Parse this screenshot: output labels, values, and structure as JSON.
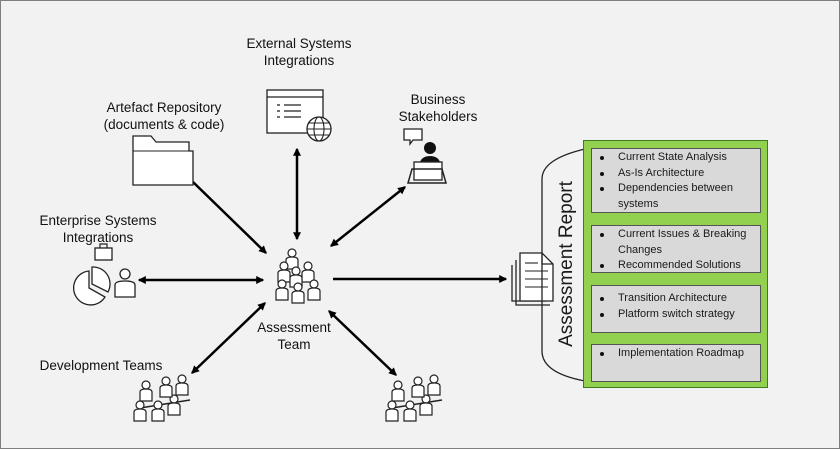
{
  "labels": {
    "external_systems": "External Systems\nIntegrations",
    "business_stakeholders": "Business\nStakeholders",
    "artefact_repository": "Artefact Repository\n(documents & code)",
    "enterprise_systems": "Enterprise Systems\nIntegrations",
    "development_teams": "Development Teams",
    "assessment_team": "Assessment\nTeam"
  },
  "report": {
    "title": "Assessment Report",
    "sections": [
      {
        "items": [
          "Current State Analysis",
          "As-Is Architecture",
          "Dependencies between systems"
        ]
      },
      {
        "items": [
          "Current Issues & Breaking Changes",
          "Recommended Solutions"
        ]
      },
      {
        "items": [
          "Transition Architecture",
          "Platform switch strategy"
        ]
      },
      {
        "items": [
          "Implementation Roadmap"
        ]
      }
    ]
  },
  "colors": {
    "background": "#f2f2f2",
    "report_panel": "#92d050",
    "section_box": "#d9d9d9",
    "arrow": "#000000"
  },
  "icons": [
    "browser-globe-icon",
    "presenter-stakeholder-icon",
    "folder-icon",
    "pie-chart-person-icon",
    "assessment-team-group-icon",
    "meeting-team-icon",
    "document-stack-icon"
  ]
}
